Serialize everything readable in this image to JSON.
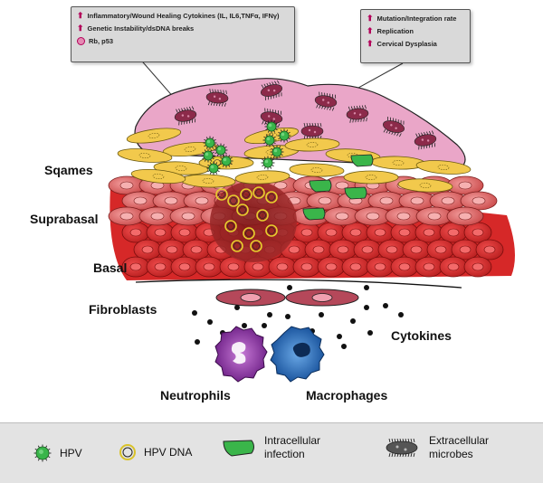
{
  "callouts": {
    "left": {
      "items": [
        {
          "marker": "up-arrow",
          "text": "Inflammatory/Wound Healing Cytokines (IL, IL6,TNFα, IFNγ)"
        },
        {
          "marker": "up-arrow",
          "text": "Genetic Instability/dsDNA breaks"
        },
        {
          "marker": "pink-dot",
          "text": "Rb, p53"
        }
      ]
    },
    "right": {
      "items": [
        {
          "marker": "up-arrow",
          "text": "Mutation/Integration rate"
        },
        {
          "marker": "up-arrow",
          "text": "Replication"
        },
        {
          "marker": "up-arrow",
          "text": "Cervical Dysplasia"
        }
      ]
    }
  },
  "labels": {
    "squames": "Sqames",
    "suprabasal": "Suprabasal",
    "basal": "Basal",
    "fibroblasts": "Fibroblasts",
    "cytokines": "Cytokines",
    "neutrophils": "Neutrophils",
    "macrophages": "Macrophages"
  },
  "legend": {
    "hpv": "HPV",
    "hpv_dna": "HPV DNA",
    "intracellular_line1": "Intracellular",
    "intracellular_line2": "infection",
    "extracellular_line1": "Extracellular",
    "extracellular_line2": "microbes"
  },
  "colors": {
    "mucus": "#e8a5c6",
    "microbe": "#8c2a4a",
    "squame": "#f2c94c",
    "suprabasal": "#e06a6a",
    "basal": "#d62828",
    "fibroblast": "#b5485a",
    "hpv": "#39b54a",
    "infection": "#3ab54a",
    "neutrophil": "#8a2f9e",
    "macrophage": "#1f5fb0",
    "arrow": "#b3005a"
  }
}
